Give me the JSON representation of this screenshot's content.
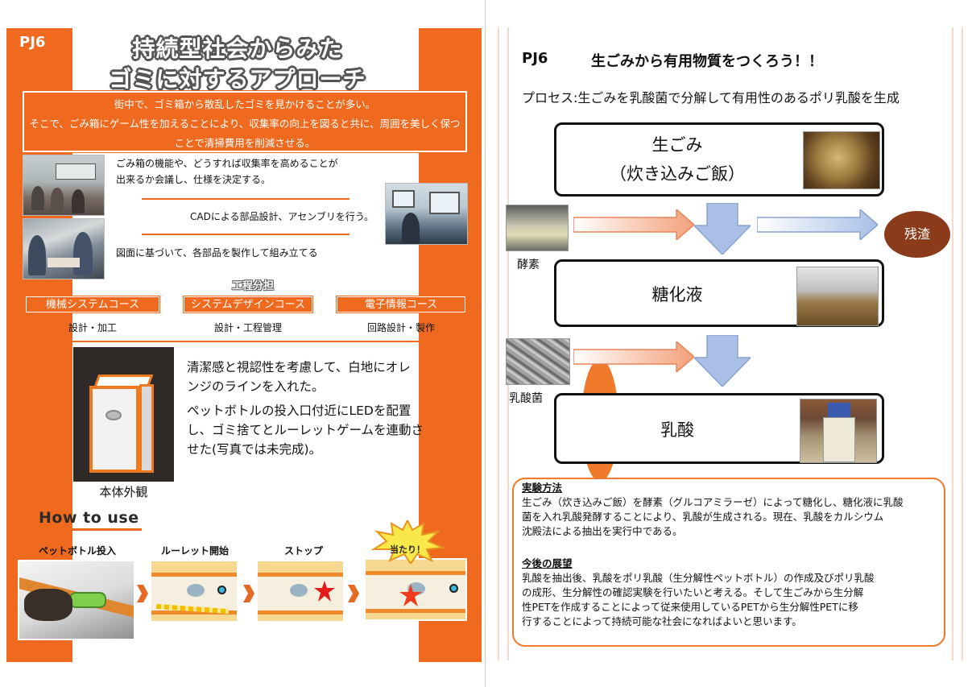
{
  "left_page": {
    "pj_tag": "PJ6",
    "title_line1": "持続型社会からみた",
    "title_line2": "ゴミに対するアプローチ",
    "intro": {
      "line1": "街中で、ゴミ箱から散乱したゴミを見かけることが多い。",
      "line2": "そこで、ごみ箱にゲーム性を加えることにより、収集率の向上を図ると共に、周囲を美しく保つ",
      "line3": "ことで清掃費用を削減させる。"
    },
    "steps": {
      "meeting_line1": "ごみ箱の機能や、どうすれば収集率を高めることが",
      "meeting_line2": "出来るか会議し、仕様を決定する。",
      "cad": "CADによる部品設計、アセンブリを行う。",
      "build": "図面に基づいて、各部品を製作して組み立てる"
    },
    "process_title": "工程分担",
    "courses": [
      {
        "name": "機械システムコース",
        "role": "設計・加工"
      },
      {
        "name": "システムデザインコース",
        "role": "設計・工程管理"
      },
      {
        "name": "電子情報コース",
        "role": "回路設計・製作"
      }
    ],
    "body_caption": "本体外観",
    "description": {
      "para1_line1": "清潔感と視認性を考慮して、白地にオレ",
      "para1_line2": "ンジのラインを入れた。",
      "para2_line1": "ペットボトルの投入口付近にLEDを配置",
      "para2_line2": "し、ゴミ捨てとルーレットゲームを連動さ",
      "para2_line3": "せた(写真では未完成)。"
    },
    "howto_title": "How to use",
    "howto_steps": [
      "ペットボトル投入",
      "ルーレット開始",
      "ストップ",
      "当たり！"
    ]
  },
  "right_page": {
    "pj_tag": "PJ6",
    "title": "生ごみから有用物質をつくろう！！",
    "process_line": "プロセス:生ごみを乳酸菌で分解して有用性のあるポリ乳酸を生成",
    "stage1_line1": "生ごみ",
    "stage1_line2": "（炊き込みご飯）",
    "stage2": "糖化液",
    "stage3": "乳酸",
    "enzyme_caption": "酵素",
    "bacteria_caption": "乳酸菌",
    "residue": "残渣",
    "notes": {
      "method_head": "実験方法",
      "method_line1": "生ごみ（炊き込みご飯）を酵素（グルコアミラーゼ）によって糖化し、糖化液に乳酸",
      "method_line2": "菌を入れ乳酸発酵することにより、乳酸が生成される。現在、乳酸をカルシウム",
      "method_line3": "沈殿法による抽出を実行中である。",
      "future_head": "今後の展望",
      "future_line1": "乳酸を抽出後、乳酸をポリ乳酸（生分解性ペットボトル）の作成及びポリ乳酸",
      "future_line2": "の成形、生分解性の確認実験を行いたいと考える。そして生ごみから生分解",
      "future_line3": "性PETを作成することによって従来使用しているPETから生分解性PETに移",
      "future_line4": "行することによって持続可能な社会になればよいと思います。"
    }
  },
  "colors": {
    "accent_orange": "#ef6a1f",
    "residue_brown": "#8b3a1a",
    "arrow_blue": "#a9bfe6",
    "arrow_salmon": "#f3a07a"
  }
}
